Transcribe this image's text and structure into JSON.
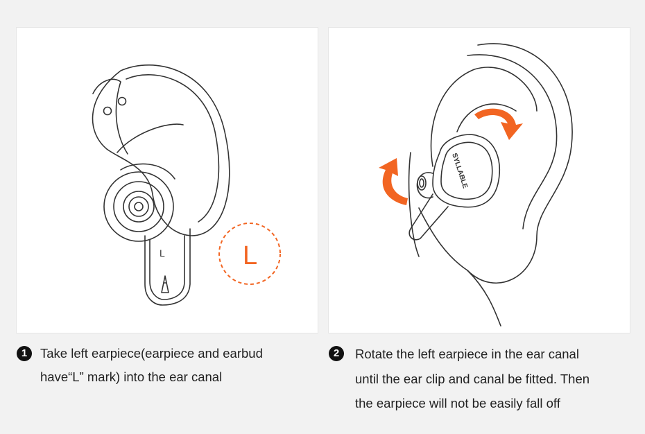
{
  "panels": {
    "left": {
      "earbud_mark": "L",
      "badge_mark": "L"
    },
    "right": {
      "brand_text": "SYLLABLE",
      "accent_color": "#f26522"
    }
  },
  "steps": [
    {
      "number": "1",
      "lines": [
        "Take left earpiece(earpiece and earbud",
        "have“L” mark) into the ear canal"
      ]
    },
    {
      "number": "2",
      "lines": [
        "Rotate the left earpiece in the ear canal",
        "until the ear clip and canal be fitted. Then",
        "the earpiece will not be easily fall off"
      ]
    }
  ]
}
